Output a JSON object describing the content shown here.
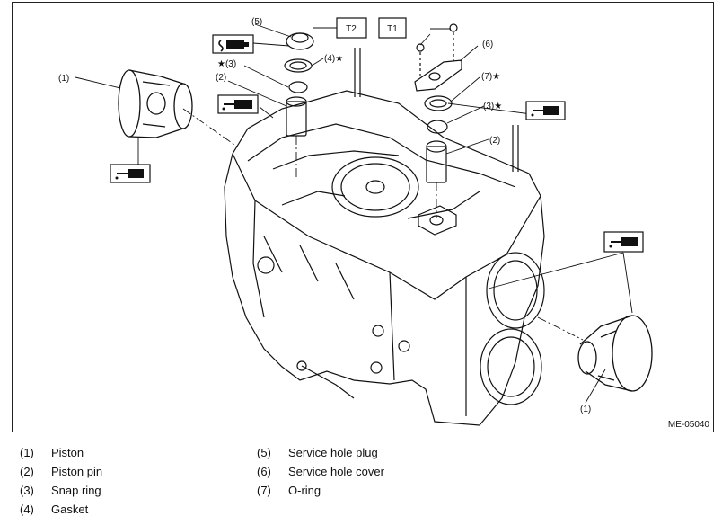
{
  "diagram": {
    "figure_code": "ME-05040",
    "tool_labels": [
      "T1",
      "T2"
    ],
    "callouts": {
      "piston_left": "(1)",
      "piston_right": "(1)",
      "pin_left": "(2)",
      "pin_right": "(2)",
      "snap_left": "★(3)",
      "snap_right": "(3)★",
      "gasket": "(4)★",
      "plug": "(5)",
      "cover": "(6)",
      "oring": "(7)★"
    }
  },
  "legend": {
    "left": [
      {
        "num": "(1)",
        "text": "Piston"
      },
      {
        "num": "(2)",
        "text": "Piston pin"
      },
      {
        "num": "(3)",
        "text": "Snap ring"
      },
      {
        "num": "(4)",
        "text": "Gasket"
      }
    ],
    "right": [
      {
        "num": "(5)",
        "text": "Service hole plug"
      },
      {
        "num": "(6)",
        "text": "Service hole cover"
      },
      {
        "num": "(7)",
        "text": "O-ring"
      }
    ]
  },
  "icons": [
    "oil-can-icon",
    "grease-tube-icon"
  ],
  "colors": {
    "line": "#111111",
    "background": "#ffffff"
  }
}
